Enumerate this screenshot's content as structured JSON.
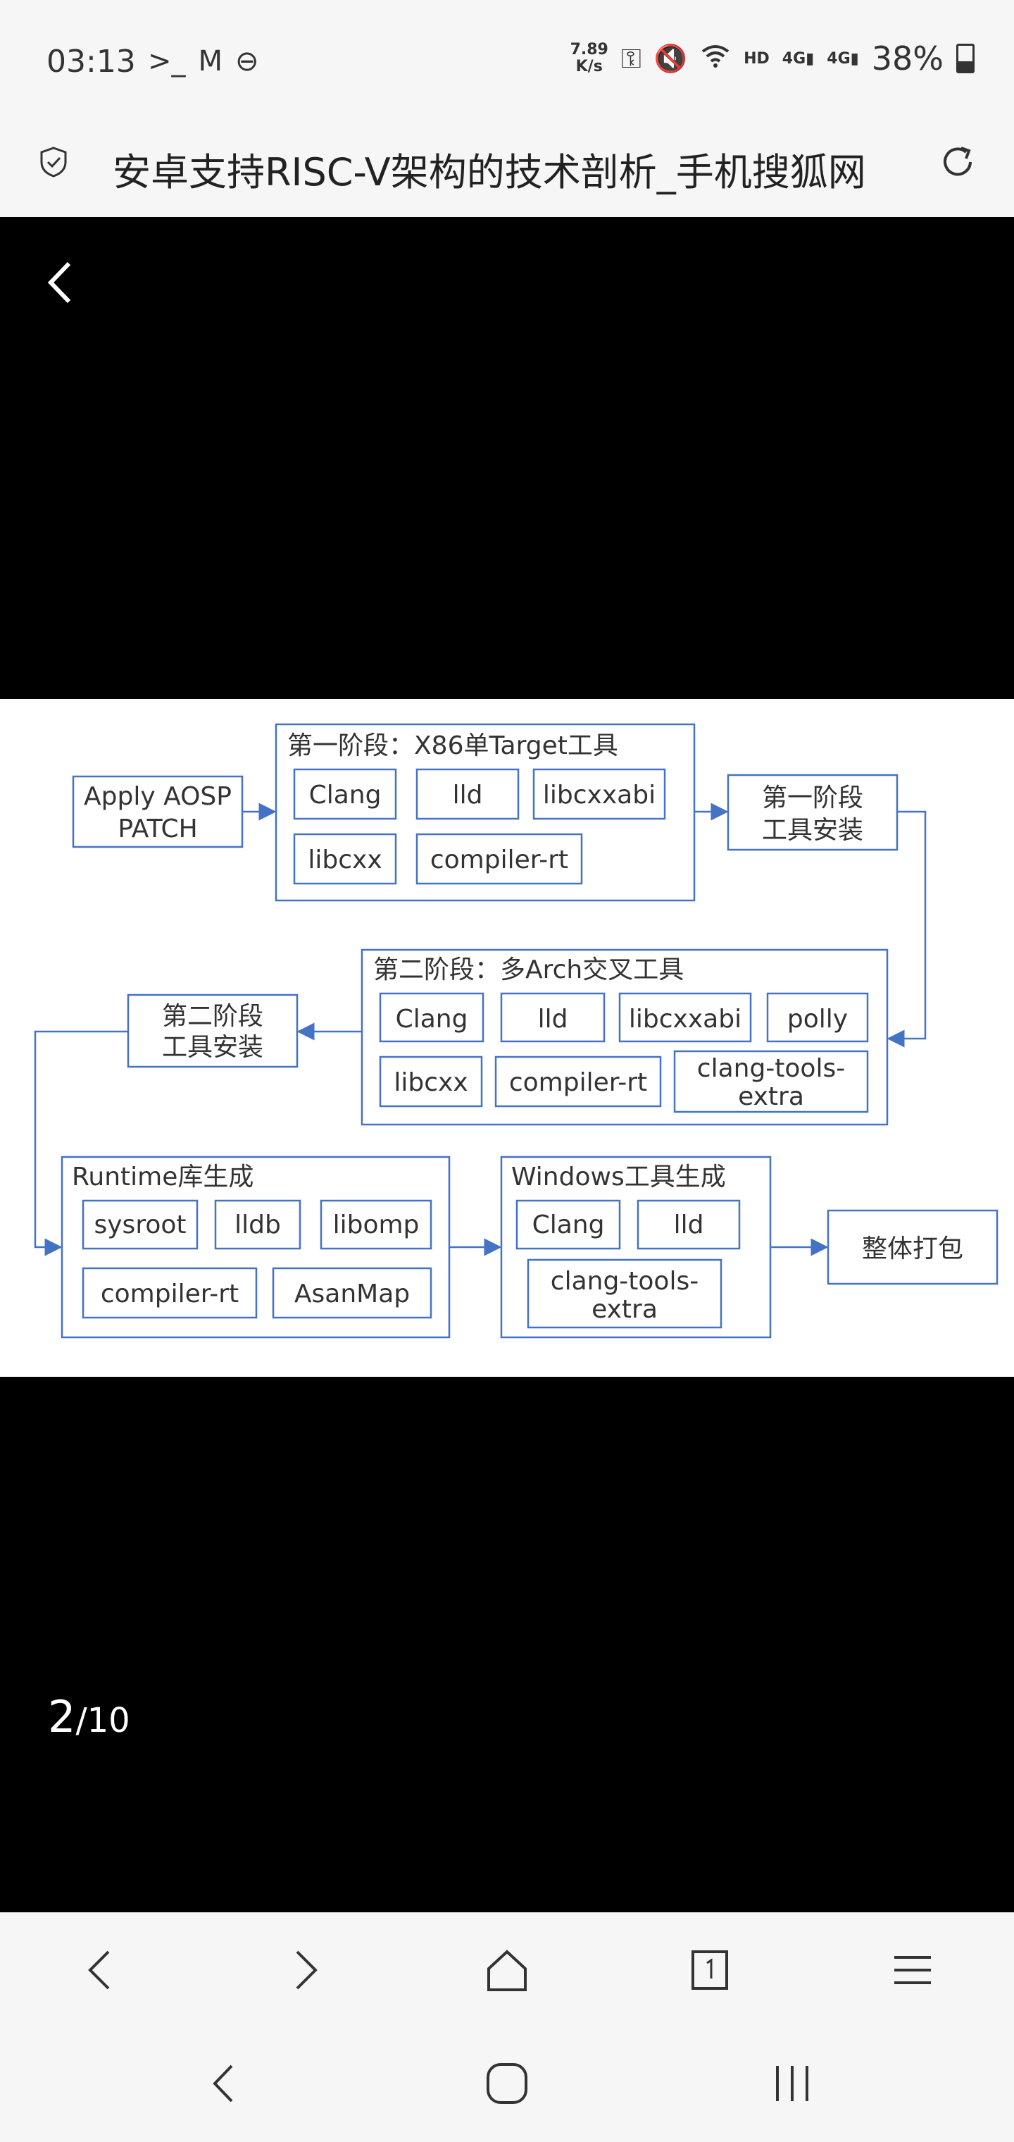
{
  "status_bar": {
    "time": "03:13",
    "left_icons": [
      "terminal-icon",
      "mail-icon",
      "dnd-icon"
    ],
    "speed_value": "7.89",
    "speed_unit": "K/s",
    "hd": "HD",
    "net1": "4G",
    "net2": "4G",
    "battery": "38%",
    "battery_level": 0.38
  },
  "browser": {
    "page_title": "安卓支持RISC-V架构的技术剖析_手机搜狐网"
  },
  "viewer": {
    "page_current": "2",
    "page_separator": "/",
    "page_total": "10"
  },
  "diagram": {
    "stage1_title": "第一阶段：X86单Target工具",
    "stage1_items": [
      "Clang",
      "lld",
      "libcxxabi",
      "libcxx",
      "compiler-rt"
    ],
    "apply_patch": [
      "Apply AOSP",
      "PATCH"
    ],
    "stage1_install": [
      "第一阶段",
      "工具安装"
    ],
    "stage2_title": "第二阶段：多Arch交叉工具",
    "stage2_items": [
      "Clang",
      "lld",
      "libcxxabi",
      "polly",
      "libcxx",
      "compiler-rt"
    ],
    "clang_tools_extra": [
      "clang-tools-",
      "extra"
    ],
    "stage2_install": [
      "第二阶段",
      "工具安装"
    ],
    "runtime_title": "Runtime库生成",
    "runtime_items": [
      "sysroot",
      "lldb",
      "libomp",
      "compiler-rt",
      "AsanMap"
    ],
    "windows_title": "Windows工具生成",
    "windows_items": [
      "Clang",
      "lld"
    ],
    "package": "整体打包"
  },
  "colors": {
    "box_border": "#4472c4",
    "arrow": "#4472c4"
  }
}
